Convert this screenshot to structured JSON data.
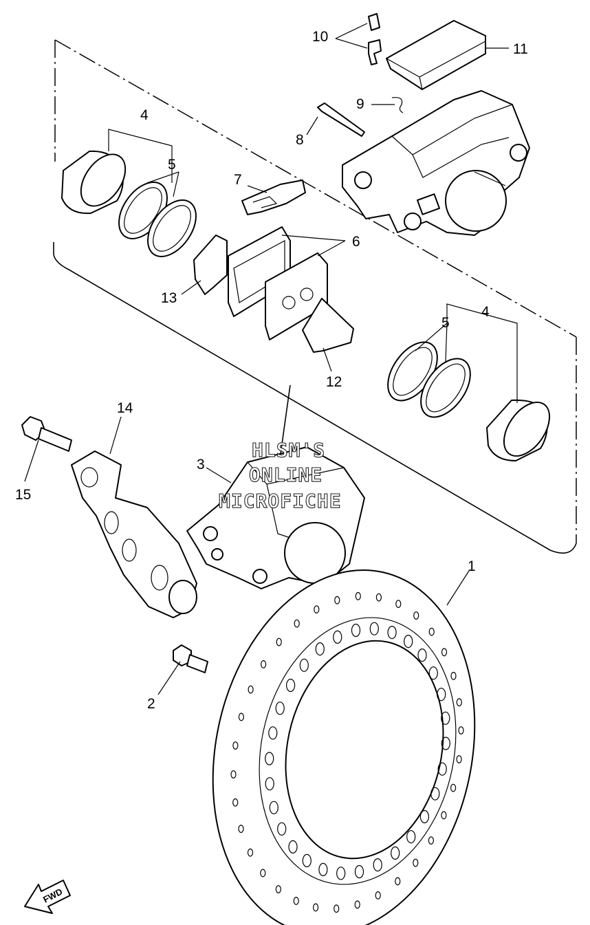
{
  "callouts": {
    "n1": "1",
    "n2": "2",
    "n3": "3",
    "n4_top": "4",
    "n4_bottom": "4",
    "n5_top": "5",
    "n5_bottom": "5",
    "n6": "6",
    "n7": "7",
    "n8": "8",
    "n9": "9",
    "n10": "10",
    "n11": "11",
    "n12": "12",
    "n13": "13",
    "n14": "14",
    "n15": "15"
  },
  "watermark": {
    "line1": "HLSM'S",
    "line2": "ONLINE",
    "line3": "MICROFICHE"
  },
  "fwd_label": "FWD"
}
